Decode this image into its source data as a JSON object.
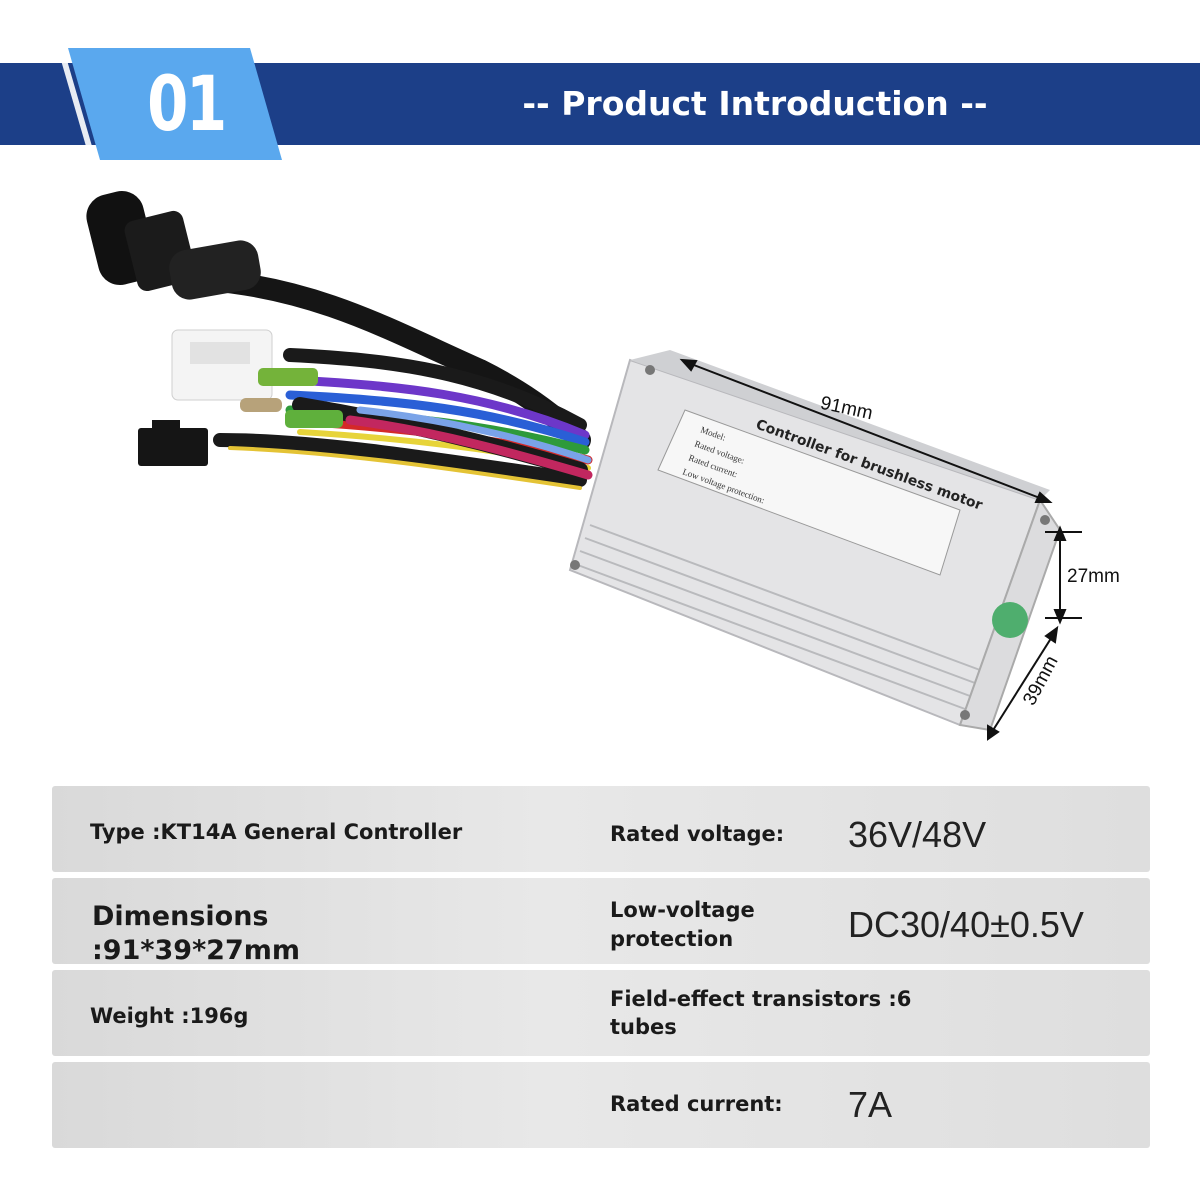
{
  "header": {
    "badge_number": "01",
    "title": "-- Product Introduction --",
    "banner_color": "#1c3f88",
    "badge_color": "#5aa8ee"
  },
  "product": {
    "image_icon": "motor-controller-image",
    "label_lines": [
      "Controller for brushless motor",
      "Model:",
      "Rated voltage:",
      "Rated current:",
      "Low voltage protection:"
    ],
    "dimensions": {
      "length": "91mm",
      "height": "27mm",
      "width": "39mm"
    }
  },
  "specs": {
    "type": "Type :KT14A General Controller",
    "rated_voltage_label": "Rated voltage:",
    "rated_voltage_value": "36V/48V",
    "dimensions_line1": "Dimensions",
    "dimensions_line2": ":91*39*27mm",
    "low_voltage_label_1": "Low-voltage",
    "low_voltage_label_2": "protection",
    "low_voltage_value": "DC30/40±0.5V",
    "weight": "Weight :196g",
    "fet_line1": "Field-effect transistors :6",
    "fet_line2": "tubes",
    "rated_current_label": "Rated current:",
    "rated_current_value": "7A"
  }
}
